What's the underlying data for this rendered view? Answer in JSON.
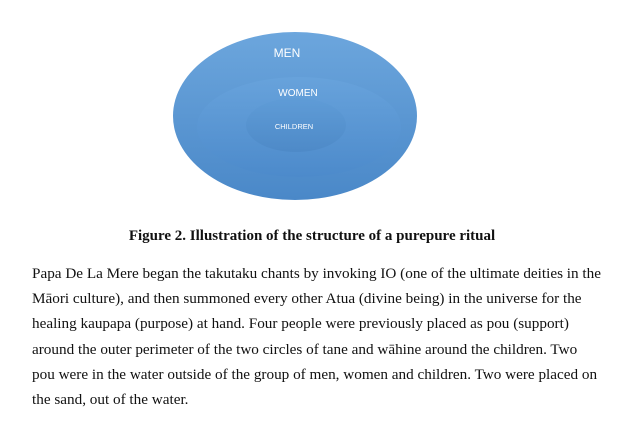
{
  "diagram": {
    "outer_label": "MEN",
    "middle_label": "WOMEN",
    "inner_label": "CHILDREN",
    "colors": {
      "outer": "#5b9bd5",
      "middle": "#5a9ad6",
      "inner": "#5593d0",
      "text": "#ffffff"
    }
  },
  "caption": "Figure 2. Illustration of the structure of a purepure ritual",
  "paragraph": {
    "lines": [
      "Papa De La Mere began the takutaku chants by invoking IO (one of the ultimate deities in the",
      "Māori culture), and then summoned every other Atua (divine being) in the universe for the",
      "healing kaupapa (purpose) at hand. Four people were previously placed as pou (support)",
      "around the outer perimeter of the two circles of tane and wāhine around the children. Two",
      "pou were in the water outside of the group of men, women and children. Two were placed on",
      "the sand, out of the water."
    ]
  }
}
